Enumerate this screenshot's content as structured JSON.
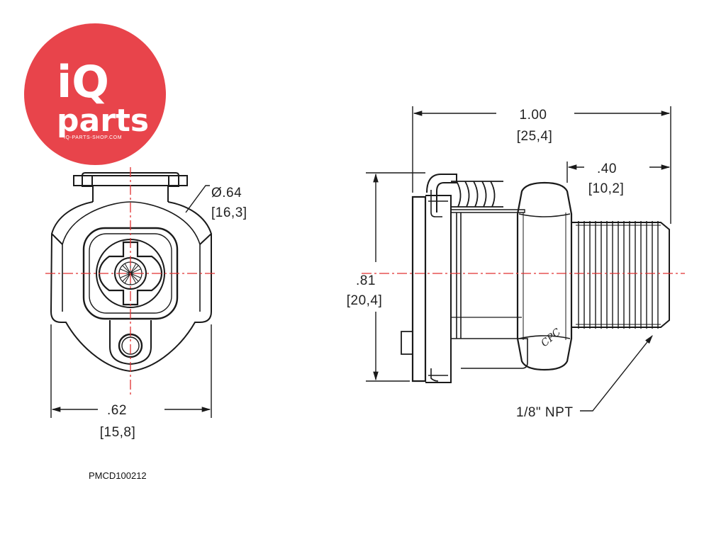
{
  "logo": {
    "brand_main": "iQ",
    "brand_sub": "parts",
    "website": "IQ-PARTS-SHOP.COM",
    "color": "#e8444b"
  },
  "front_view": {
    "diameter_label": "Ø.64",
    "diameter_mm": "[16,3]",
    "width_label": ".62",
    "width_mm": "[15,8]"
  },
  "side_view": {
    "length_label": "1.00",
    "length_mm": "[25,4]",
    "thread_length_label": ".40",
    "thread_length_mm": "[10,2]",
    "height_label": ".81",
    "height_mm": "[20,4]",
    "thread_label": "1/8\" NPT",
    "stamp": "CPC"
  },
  "part_number": "PMCD100212",
  "colors": {
    "line": "#1a1a1a",
    "centerline": "#e03030"
  }
}
